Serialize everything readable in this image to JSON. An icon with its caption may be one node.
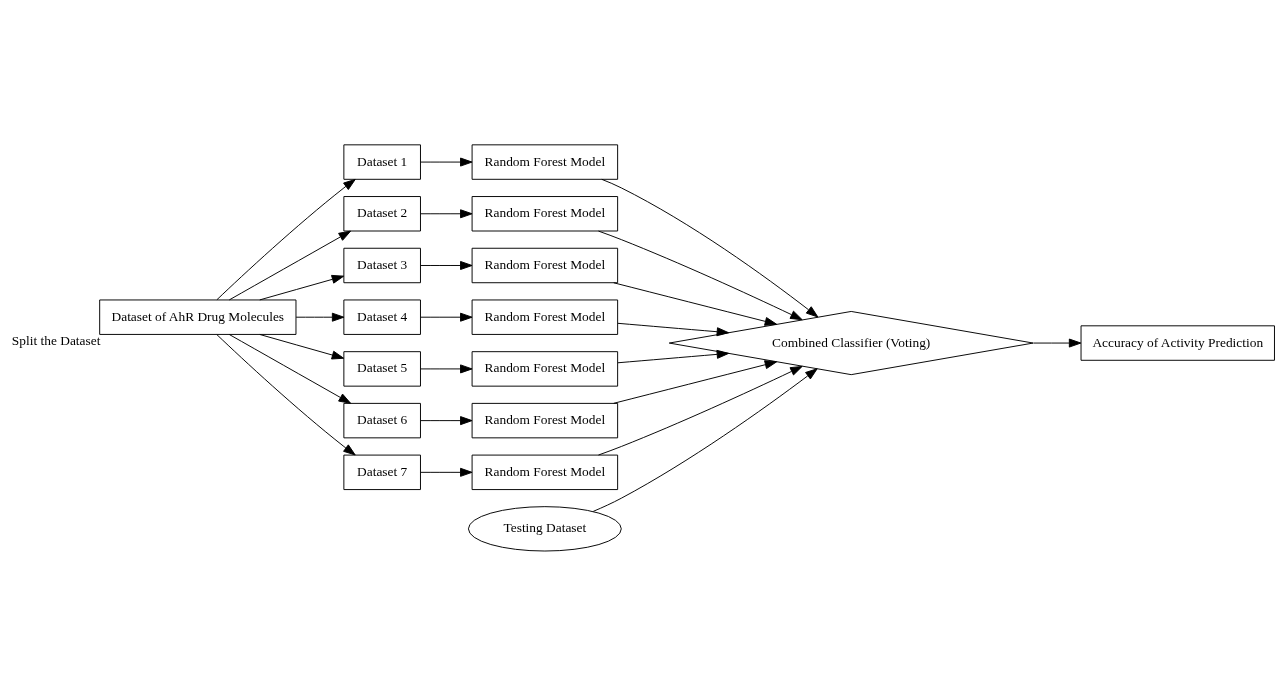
{
  "diagram": {
    "nodes": [
      {
        "text": [
          "Dataset of AhR Drug Molecules"
        ],
        "beside": [
          "Split the Dataset"
        ]
      },
      {
        "text": [
          "Dataset 1"
        ]
      },
      {
        "text": [
          "Dataset 2"
        ]
      },
      {
        "text": [
          "Dataset 3"
        ]
      },
      {
        "text": [
          "Dataset 4"
        ]
      },
      {
        "text": [
          "Dataset 5"
        ]
      },
      {
        "text": [
          "Dataset 6"
        ]
      },
      {
        "text": [
          "Dataset 7"
        ]
      },
      {
        "text": [
          "Random Forest Model"
        ]
      },
      {
        "text": [
          "Random Forest Model"
        ]
      },
      {
        "text": [
          "Random Forest Model"
        ]
      },
      {
        "text": [
          "Random Forest Model"
        ]
      },
      {
        "text": [
          "Random Forest Model"
        ]
      },
      {
        "text": [
          "Random Forest Model"
        ]
      },
      {
        "text": [
          "Random Forest Model"
        ]
      },
      {
        "text": [
          "Testing Dataset"
        ]
      },
      {
        "text": [
          "Combined Classifier (Voting)"
        ]
      },
      {
        "text": [
          "Accuracy of Activity Prediction"
        ]
      }
    ],
    "edges": [
      {
        "from": 0,
        "to": 1,
        "arrow": "to"
      },
      {
        "from": 0,
        "to": 2,
        "arrow": "to"
      },
      {
        "from": 0,
        "to": 3,
        "arrow": "to"
      },
      {
        "from": 0,
        "to": 4,
        "arrow": "to"
      },
      {
        "from": 0,
        "to": 5,
        "arrow": "to"
      },
      {
        "from": 0,
        "to": 6,
        "arrow": "to"
      },
      {
        "from": 0,
        "to": 7,
        "arrow": "to"
      },
      {
        "from": 1,
        "to": 8,
        "arrow": "to"
      },
      {
        "from": 2,
        "to": 9,
        "arrow": "to"
      },
      {
        "from": 3,
        "to": 10,
        "arrow": "to"
      },
      {
        "from": 4,
        "to": 11,
        "arrow": "to"
      },
      {
        "from": 5,
        "to": 12,
        "arrow": "to"
      },
      {
        "from": 6,
        "to": 13,
        "arrow": "to"
      },
      {
        "from": 7,
        "to": 14,
        "arrow": "to"
      },
      {
        "from": 8,
        "to": 16,
        "arrow": "to"
      },
      {
        "from": 9,
        "to": 16,
        "arrow": "to"
      },
      {
        "from": 10,
        "to": 16,
        "arrow": "to"
      },
      {
        "from": 11,
        "to": 16,
        "arrow": "to"
      },
      {
        "from": 12,
        "to": 16,
        "arrow": "to"
      },
      {
        "from": 13,
        "to": 16,
        "arrow": "to"
      },
      {
        "from": 14,
        "to": 16,
        "arrow": "to"
      },
      {
        "from": 15,
        "to": 16,
        "arrow": "to"
      },
      {
        "from": 16,
        "to": 17,
        "arrow": "to"
      }
    ]
  }
}
